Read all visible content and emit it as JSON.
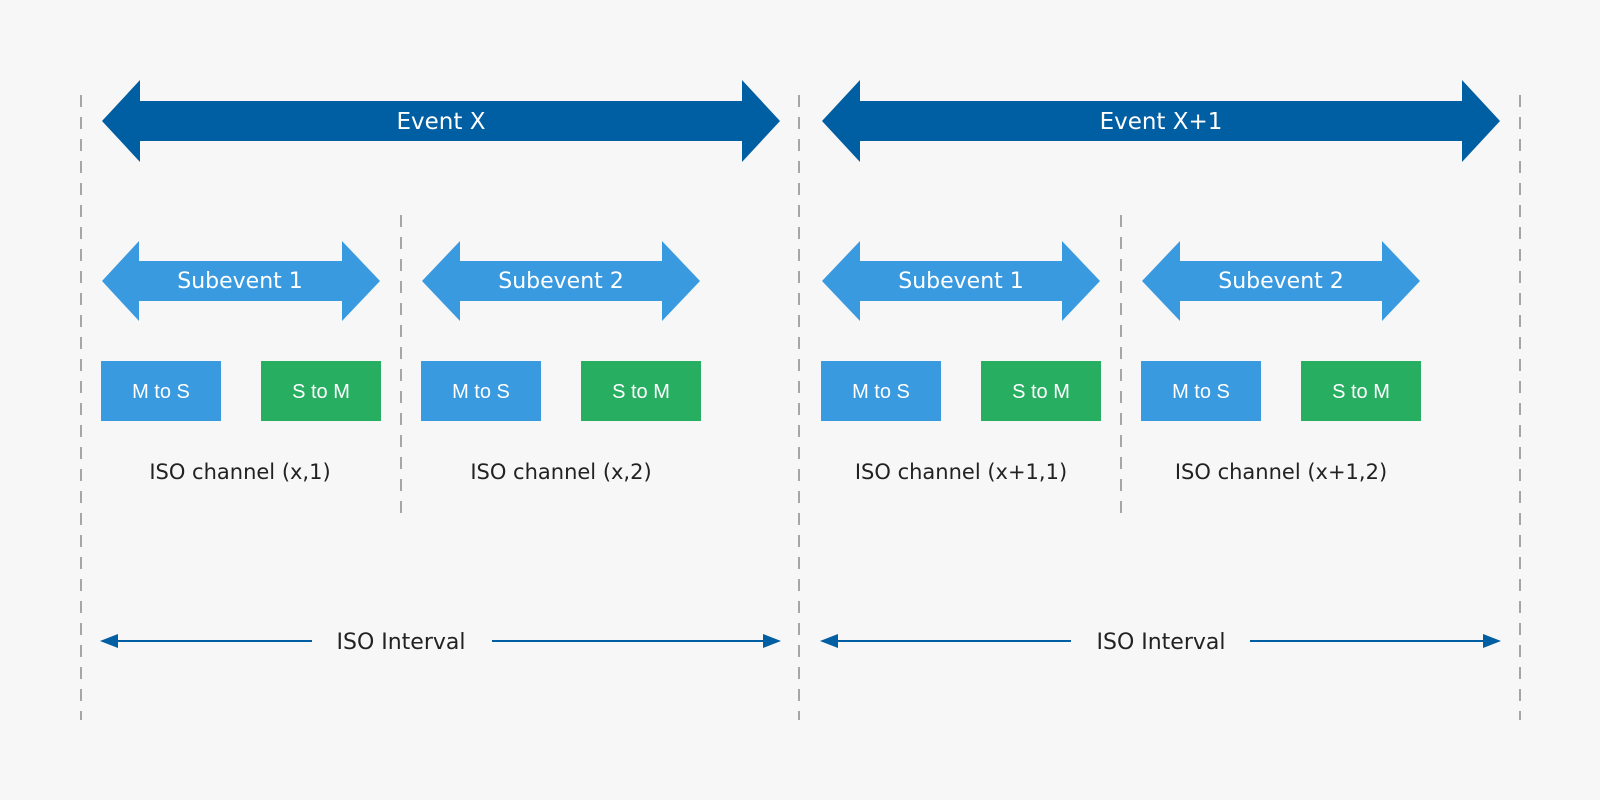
{
  "colors": {
    "background": "#f7f7f7",
    "event_arrow": "#005ea2",
    "subevent_arrow": "#3a9ae0",
    "m_to_s_box": "#3a9ae0",
    "s_to_m_box": "#27ae60",
    "interval_arrow": "#005ea2",
    "dashed_line": "#a6a6a6",
    "text_dark": "#222222"
  },
  "events": [
    {
      "label": "Event X",
      "interval_label": "ISO Interval",
      "subevents": [
        {
          "label": "Subevent 1",
          "m_to_s": "M to S",
          "s_to_m": "S to M",
          "channel": "ISO channel (x,1)"
        },
        {
          "label": "Subevent 2",
          "m_to_s": "M to S",
          "s_to_m": "S to M",
          "channel": "ISO channel (x,2)"
        }
      ]
    },
    {
      "label": "Event X+1",
      "interval_label": "ISO Interval",
      "subevents": [
        {
          "label": "Subevent 1",
          "m_to_s": "M to S",
          "s_to_m": "S to M",
          "channel": "ISO channel (x+1,1)"
        },
        {
          "label": "Subevent 2",
          "m_to_s": "M to S",
          "s_to_m": "S to M",
          "channel": "ISO channel (x+1,2)"
        }
      ]
    }
  ]
}
